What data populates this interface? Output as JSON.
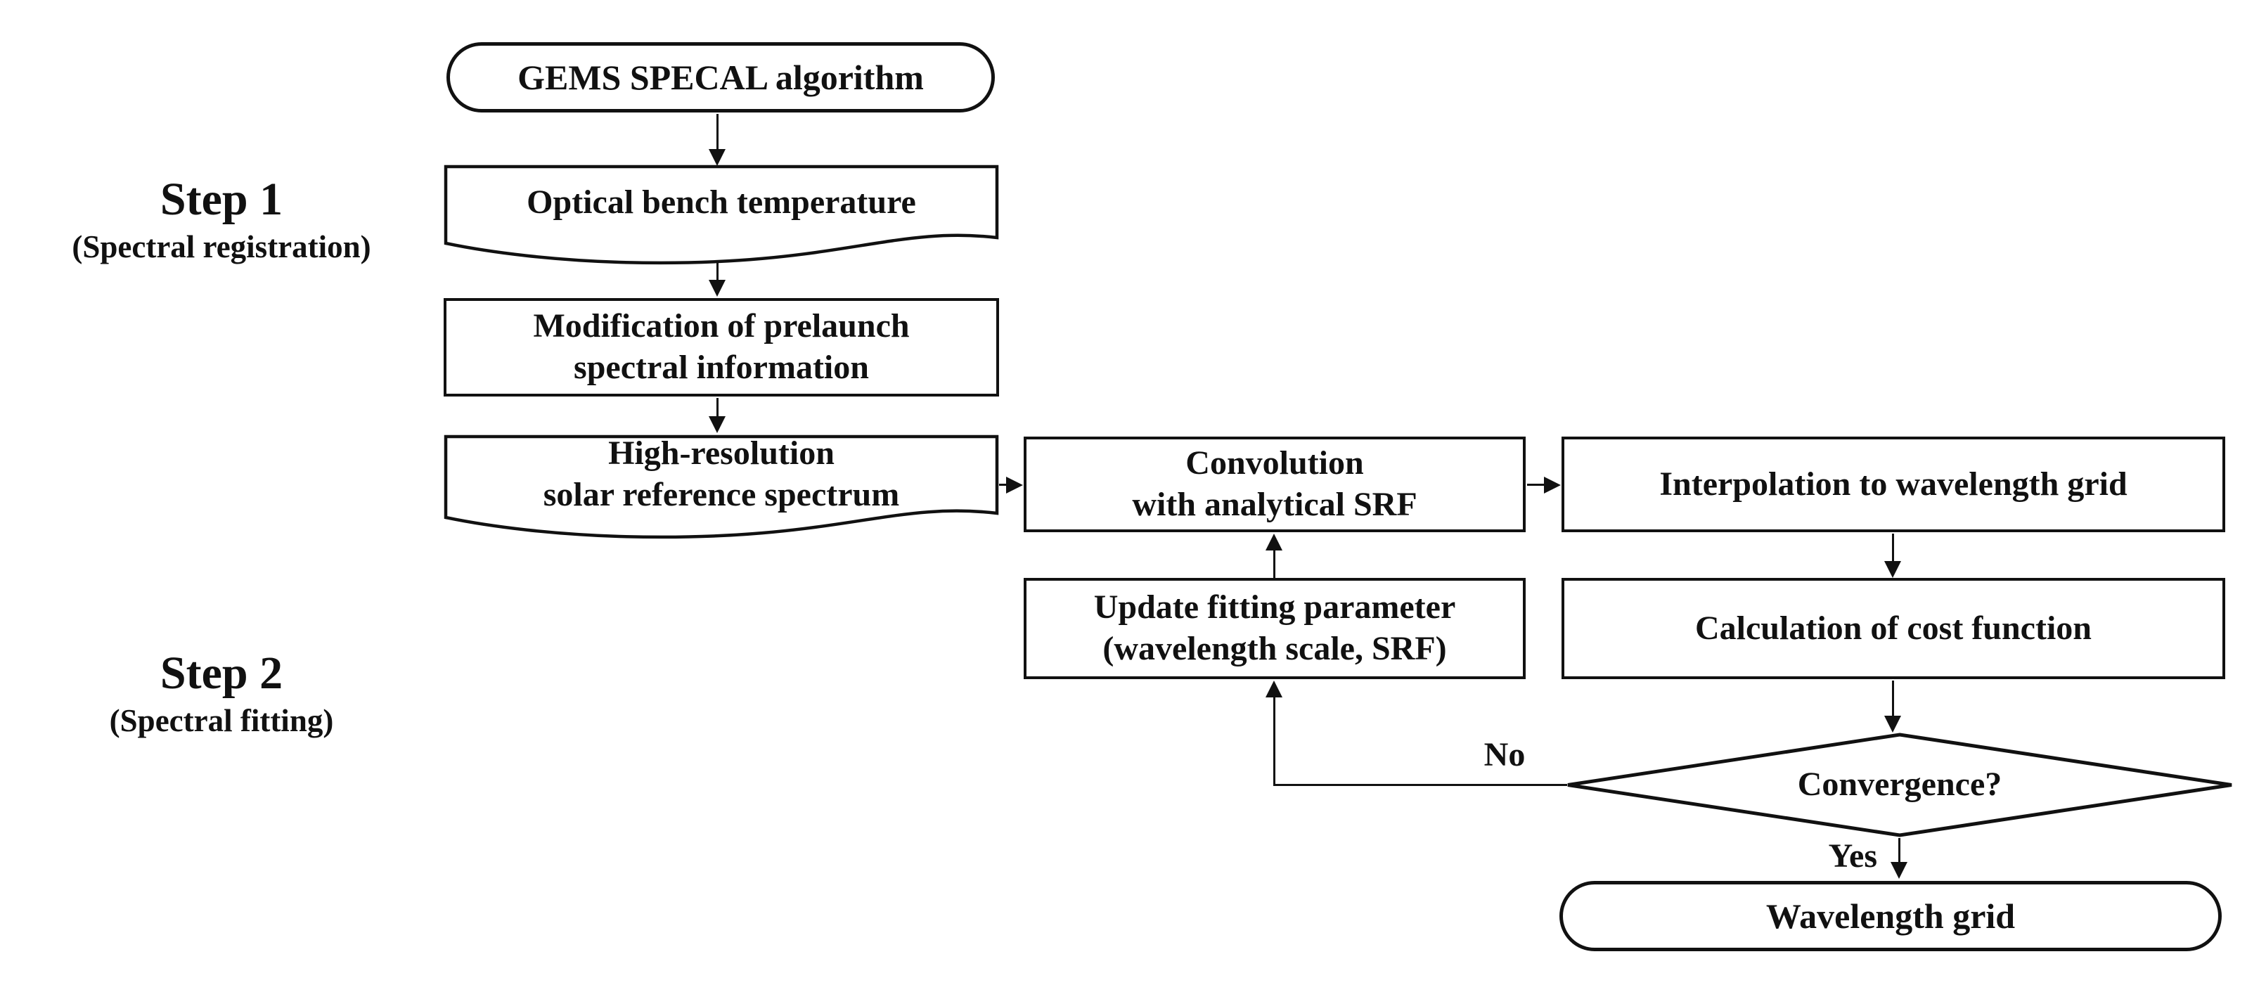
{
  "colors": {
    "ink": "#111111",
    "paper": "#ffffff"
  },
  "flowchart": {
    "steps": [
      {
        "label": "Step 1",
        "sublabel": "(Spectral registration)"
      },
      {
        "label": "Step 2",
        "sublabel": "(Spectral fitting)"
      }
    ],
    "nodes": {
      "start": {
        "label": "GEMS SPECAL algorithm",
        "shape": "terminator"
      },
      "optical": {
        "label": "Optical bench temperature",
        "shape": "document"
      },
      "modification": {
        "label": "Modification of prelaunch\nspectral information",
        "shape": "process"
      },
      "solar": {
        "label": "High-resolution\nsolar reference spectrum",
        "shape": "document"
      },
      "convolution": {
        "label": "Convolution\nwith analytical SRF",
        "shape": "process"
      },
      "interpolation": {
        "label": "Interpolation to wavelength grid",
        "shape": "process"
      },
      "update": {
        "label": "Update fitting parameter\n(wavelength scale, SRF)",
        "shape": "process"
      },
      "cost": {
        "label": "Calculation of cost function",
        "shape": "process"
      },
      "decision": {
        "label": "Convergence?",
        "shape": "decision"
      },
      "end": {
        "label": "Wavelength grid",
        "shape": "terminator"
      }
    },
    "edge_labels": {
      "no": "No",
      "yes": "Yes"
    }
  }
}
